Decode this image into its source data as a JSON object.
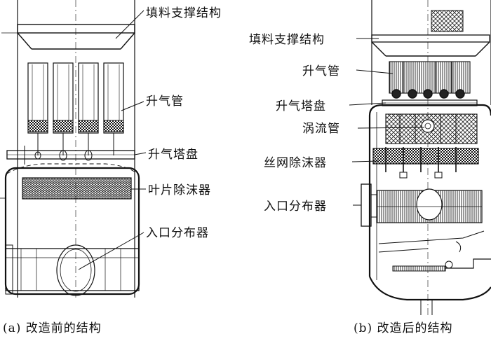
{
  "panel_a": {
    "labels": {
      "packing_support": "填料支撑结构",
      "riser_tubes": "升气管",
      "chimney_tray": "升气塔盘",
      "vane_demister": "叶片除沫器",
      "inlet_distributor": "入口分布器"
    },
    "caption": "(a)  改造前的结构"
  },
  "panel_b": {
    "labels": {
      "packing_support": "填料支撑结构",
      "riser_tubes": "升气管",
      "chimney_tray": "升气塔盘",
      "vortex_tubes": "涡流管",
      "mesh_demister": "丝网除沫器",
      "inlet_distributor": "入口分布器"
    },
    "caption": "(b)  改造后的结构"
  },
  "colors": {
    "line": "#111111",
    "background": "#ffffff",
    "hatch": "#333333"
  }
}
